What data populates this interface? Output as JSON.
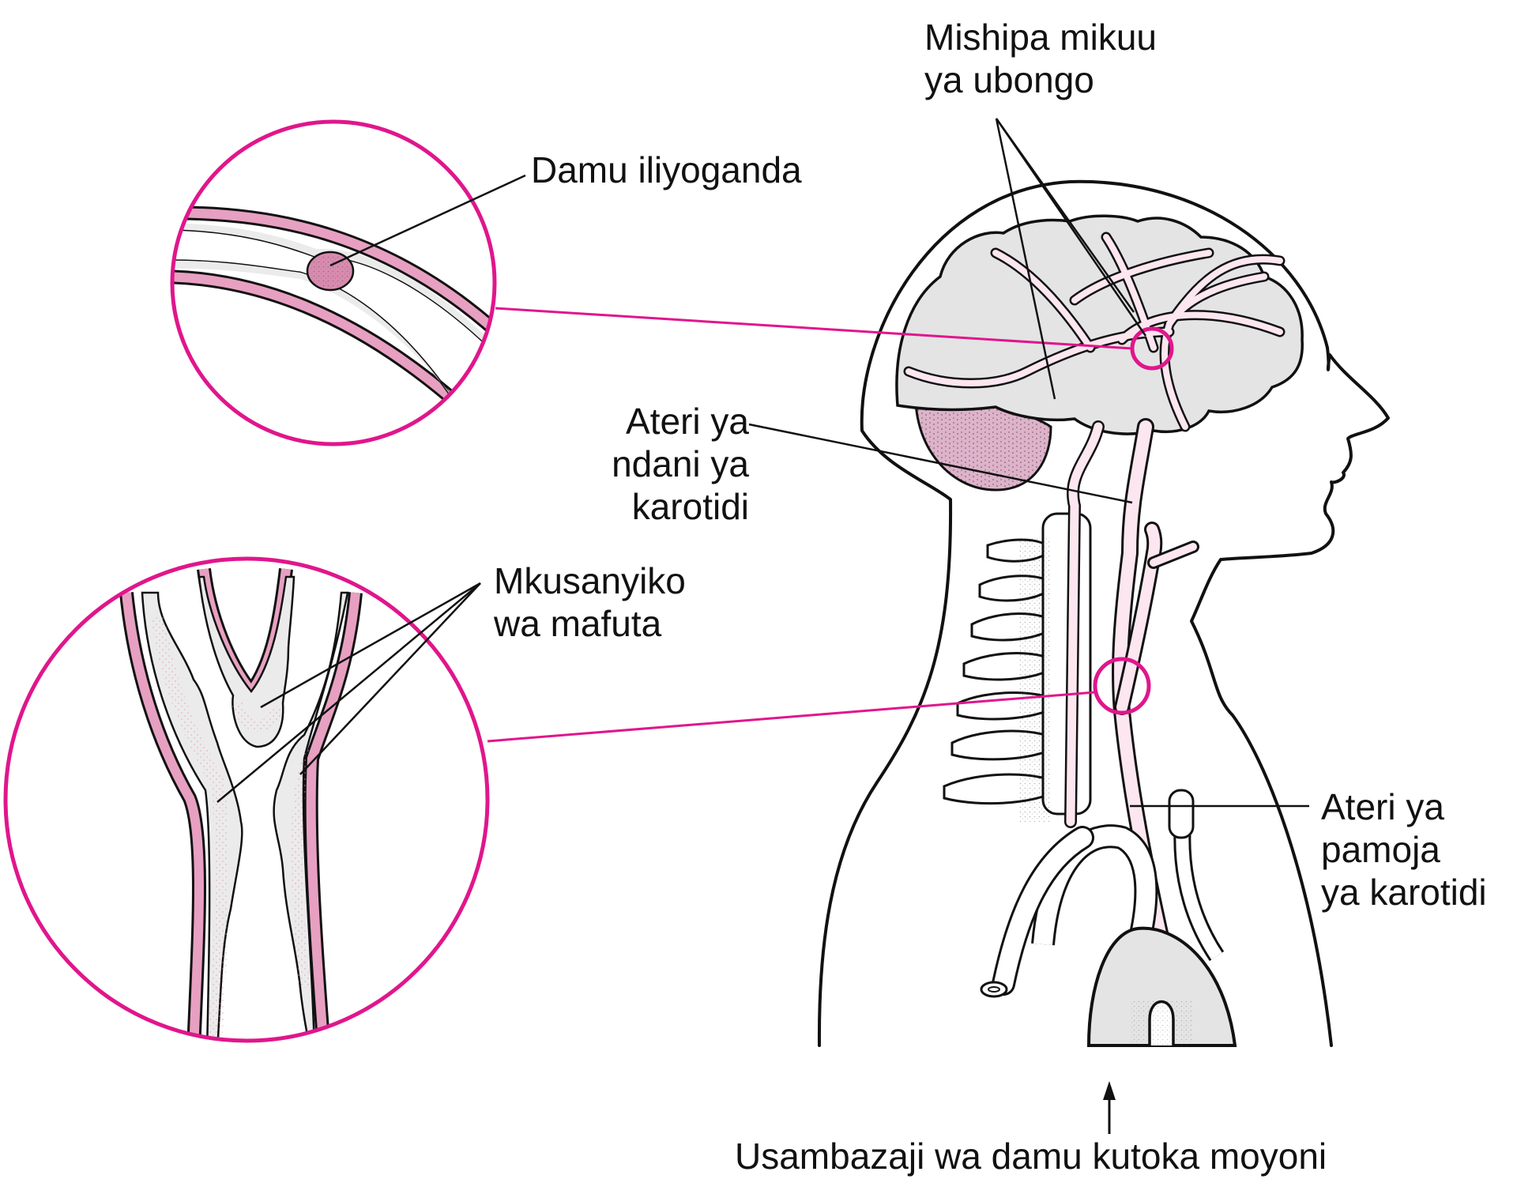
{
  "colors": {
    "callout_magenta": "#E0168C",
    "vessel_pink": "#E7A0C1",
    "vessel_light_pink": "#FCE6EF",
    "brain_gray": "#E4E4E4",
    "cerebellum_pink": "#DDB3CA",
    "outline": "#111111"
  },
  "labels": {
    "major_brain_arteries": {
      "lines": [
        "Mishipa mikuu",
        "ya ubongo"
      ]
    },
    "blood_clot": {
      "lines": [
        "Damu iliyoganda"
      ]
    },
    "internal_carotid_artery": {
      "lines": [
        "Ateri ya",
        "ndani ya",
        "karotidi"
      ]
    },
    "fatty_deposit": {
      "lines": [
        "Mkusanyiko",
        "wa mafuta"
      ]
    },
    "common_carotid_artery": {
      "lines": [
        "Ateri ya",
        "pamoja",
        "ya karotidi"
      ]
    },
    "blood_from_heart": {
      "lines": [
        "Usambazaji wa damu kutoka moyoni"
      ]
    }
  },
  "callouts": [
    {
      "name": "clot-inset",
      "shape": "circle",
      "description": "Magnified brain artery with blood clot"
    },
    {
      "name": "plaque-inset",
      "shape": "circle",
      "description": "Magnified carotid bifurcation with fatty deposits"
    }
  ]
}
